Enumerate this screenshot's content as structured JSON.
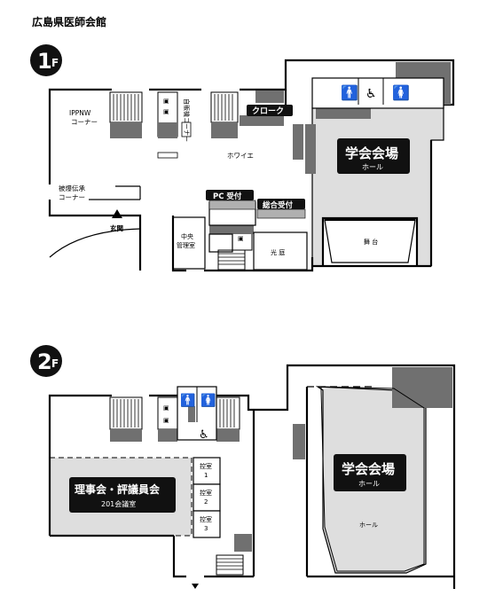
{
  "title": "広島県医師会館",
  "floor1": {
    "badge_num": "1",
    "badge_unit": "F",
    "ippnw_line1": "IPPNW",
    "ippnw_line2": "コーナー",
    "jihanki": "自販機コーナー",
    "cloak": "クローク",
    "foyer": "ホワイエ",
    "hibaku_line1": "被爆伝承",
    "hibaku_line2": "コーナー",
    "pc_reception": "PC 受付",
    "general_reception": "総合受付",
    "entrance": "玄関",
    "central_line1": "中央",
    "central_line2": "管理室",
    "lightwell": "光 庭",
    "hall_name": "学会会場",
    "hall_sub": "ホール",
    "stage": "舞 台"
  },
  "floor2": {
    "badge_num": "2",
    "badge_unit": "F",
    "boardroom_name": "理事会・評議員会",
    "boardroom_sub": "201会議室",
    "waiting1_line1": "控室",
    "waiting1_line2": "1",
    "waiting2_line1": "控室",
    "waiting2_line2": "2",
    "waiting3_line1": "控室",
    "waiting3_line2": "3",
    "hall_name": "学会会場",
    "hall_sub": "ホール",
    "hall_label": "ホール"
  },
  "colors": {
    "highlight_area": "#dedede",
    "dark_gray": "#707070",
    "label_background": "#111111"
  }
}
